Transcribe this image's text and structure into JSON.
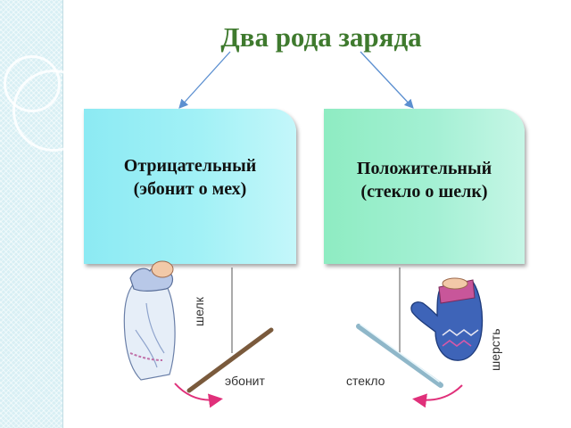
{
  "title": "Два рода заряда",
  "cards": {
    "negative": {
      "line1": "Отрицательный",
      "line2": "(эбонит о мех)"
    },
    "positive": {
      "line1": "Положительный",
      "line2": "(стекло о шелк)"
    }
  },
  "labels": {
    "silk": "шелк",
    "ebonite": "эбонит",
    "glass": "стекло",
    "wool": "шерсть"
  },
  "colors": {
    "title": "#3f7a2e",
    "negative_card": "#a2f1f6",
    "positive_card": "#a4f0d4",
    "arrow": "#e0307a",
    "mitten": "#3e64b8"
  }
}
